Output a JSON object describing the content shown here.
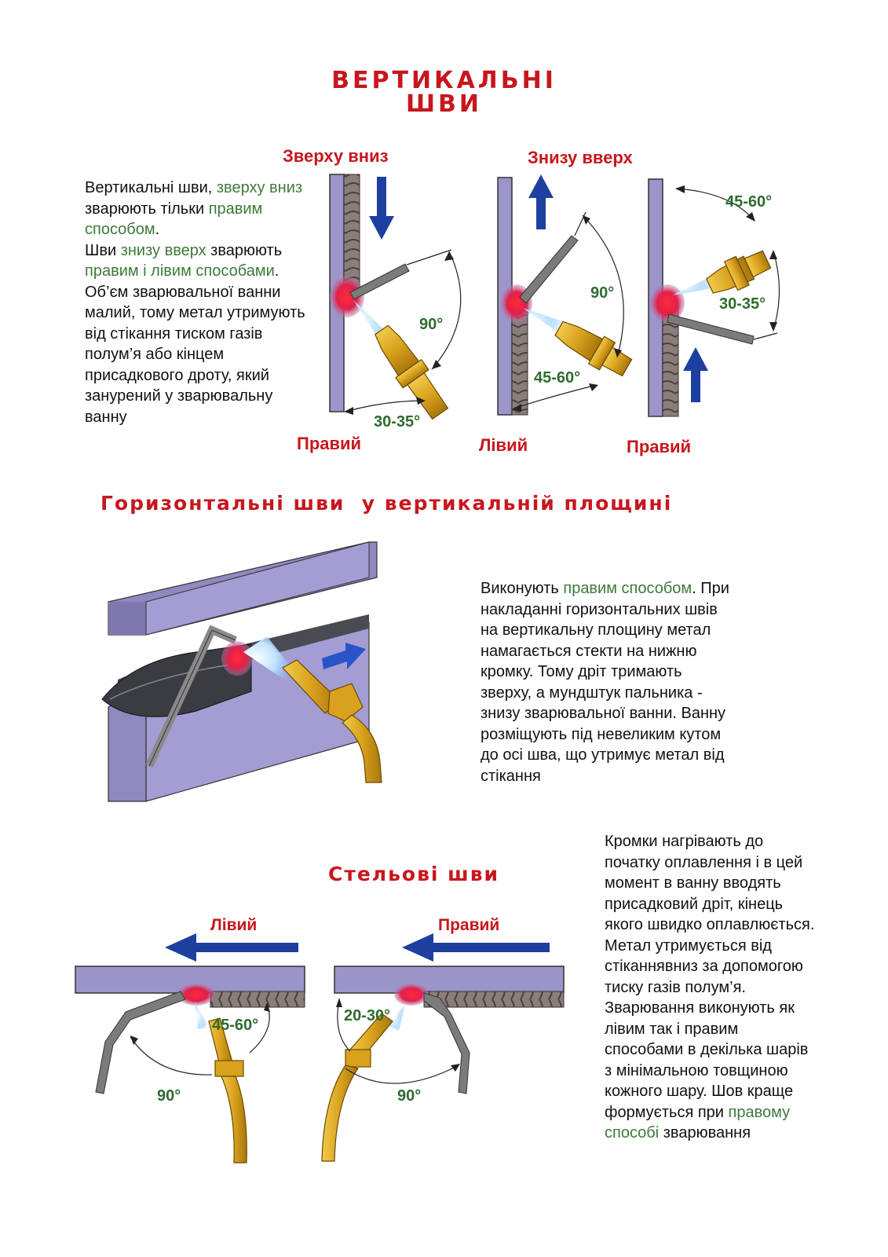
{
  "title": {
    "line1": "ВЕРТИКАЛЬНІ",
    "line2": "ШВИ"
  },
  "vertical": {
    "top_down_label": "Зверху вниз",
    "bottom_up_label": "Знизу вверх",
    "para": {
      "p1": "Вертикальні шви, ",
      "p1g": "зверху вниз",
      "p2": " зварюють тільки ",
      "p2g": "правим способом",
      "p3": ".",
      "p4": "Шви ",
      "p4g": "знизу вверх",
      "p5": " зварюють ",
      "p5g": "правим і лівим способами",
      "p6": ". Об’єм зварювальної ванни малий, тому метал утримують від стікання тиском газів полум’я або кінцем присадкового дроту, який занурений у зварювальну ванну"
    },
    "methods": [
      "Правий",
      "Лівий",
      "Правий"
    ],
    "angles": {
      "d1_a": "90°",
      "d1_b": "30-35°",
      "d2_a": "90°",
      "d2_b": "45-60°",
      "d3_a": "45-60°",
      "d3_b": "30-35°"
    }
  },
  "horizontal": {
    "title": "Горизонтальні шви  у вертикальній площині",
    "para": {
      "p1": "Виконують ",
      "p1g": "правим способом",
      "p2": ". При накладанні горизонтальних швів на вертикальну площину  метал намагається стекти на нижню кромку. Тому дріт тримають зверху, а мундштук пальника - знизу зварювальної ванни. Ванну розміщують під невеликим кутом до осі шва, що утримує метал від стікання"
    }
  },
  "overhead": {
    "title": "Стельові шви",
    "left_label": "Лівий",
    "right_label": "Правий",
    "angles": {
      "l_a": "45-60°",
      "l_b": "90°",
      "r_a": "20-30°",
      "r_b": "90°"
    },
    "para": {
      "p1": "Кромки нагрівають до початку оплавлення і в цей момент в ванну вводять присадковий дріт, кінець якого швидко оплавлюється. Метал утримується від стіканнявниз за допомогою тиску газів полум’я. Зварювання виконують як лівим так і правим способами в декілька шарів з мінімальною товщиною кожного шару. Шов краще формується при ",
      "p1g": "правому способі",
      "p2": " зварювання"
    }
  },
  "colors": {
    "red": "#c8161d",
    "green": "#3d7a3a",
    "plate": "#9b95c9",
    "arrow": "#1d3fa0",
    "torch": "#d9a21e"
  }
}
